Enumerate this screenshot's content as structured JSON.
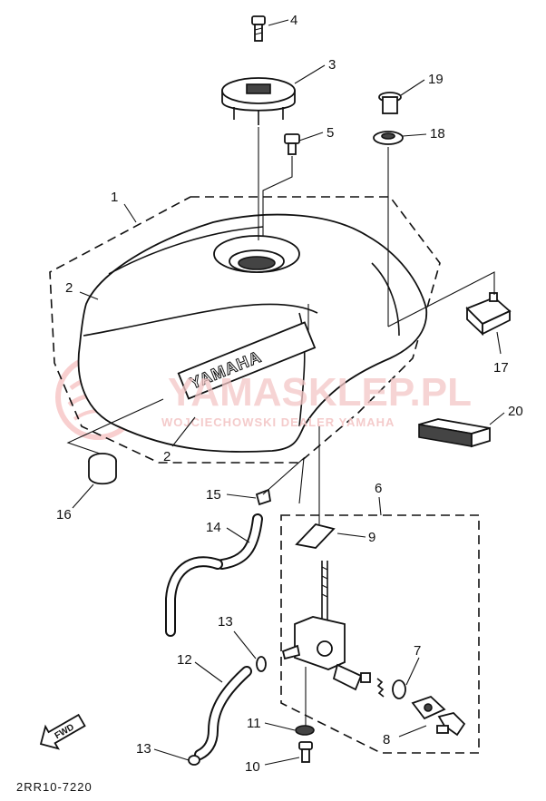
{
  "callouts": [
    {
      "id": "c1",
      "label": "1"
    },
    {
      "id": "c2a",
      "label": "2"
    },
    {
      "id": "c2b",
      "label": "2"
    },
    {
      "id": "c3",
      "label": "3"
    },
    {
      "id": "c4",
      "label": "4"
    },
    {
      "id": "c5",
      "label": "5"
    },
    {
      "id": "c6",
      "label": "6"
    },
    {
      "id": "c7",
      "label": "7"
    },
    {
      "id": "c8",
      "label": "8"
    },
    {
      "id": "c9",
      "label": "9"
    },
    {
      "id": "c10",
      "label": "10"
    },
    {
      "id": "c11",
      "label": "11"
    },
    {
      "id": "c12",
      "label": "12"
    },
    {
      "id": "c13a",
      "label": "13"
    },
    {
      "id": "c13b",
      "label": "13"
    },
    {
      "id": "c14",
      "label": "14"
    },
    {
      "id": "c15",
      "label": "15"
    },
    {
      "id": "c16",
      "label": "16"
    },
    {
      "id": "c17",
      "label": "17"
    },
    {
      "id": "c18",
      "label": "18"
    },
    {
      "id": "c19",
      "label": "19"
    },
    {
      "id": "c20",
      "label": "20"
    }
  ],
  "tank_brand": "YAMAHA",
  "watermark": {
    "main": "YAMASKLEP.PL",
    "sub": "WOJCIECHOWSKI DEALER YAMAHA"
  },
  "fwd_label": "FWD",
  "diagram_code": "2RR10-7220",
  "colors": {
    "line": "#111111",
    "watermark": "#f3c6c6",
    "background": "#ffffff"
  }
}
